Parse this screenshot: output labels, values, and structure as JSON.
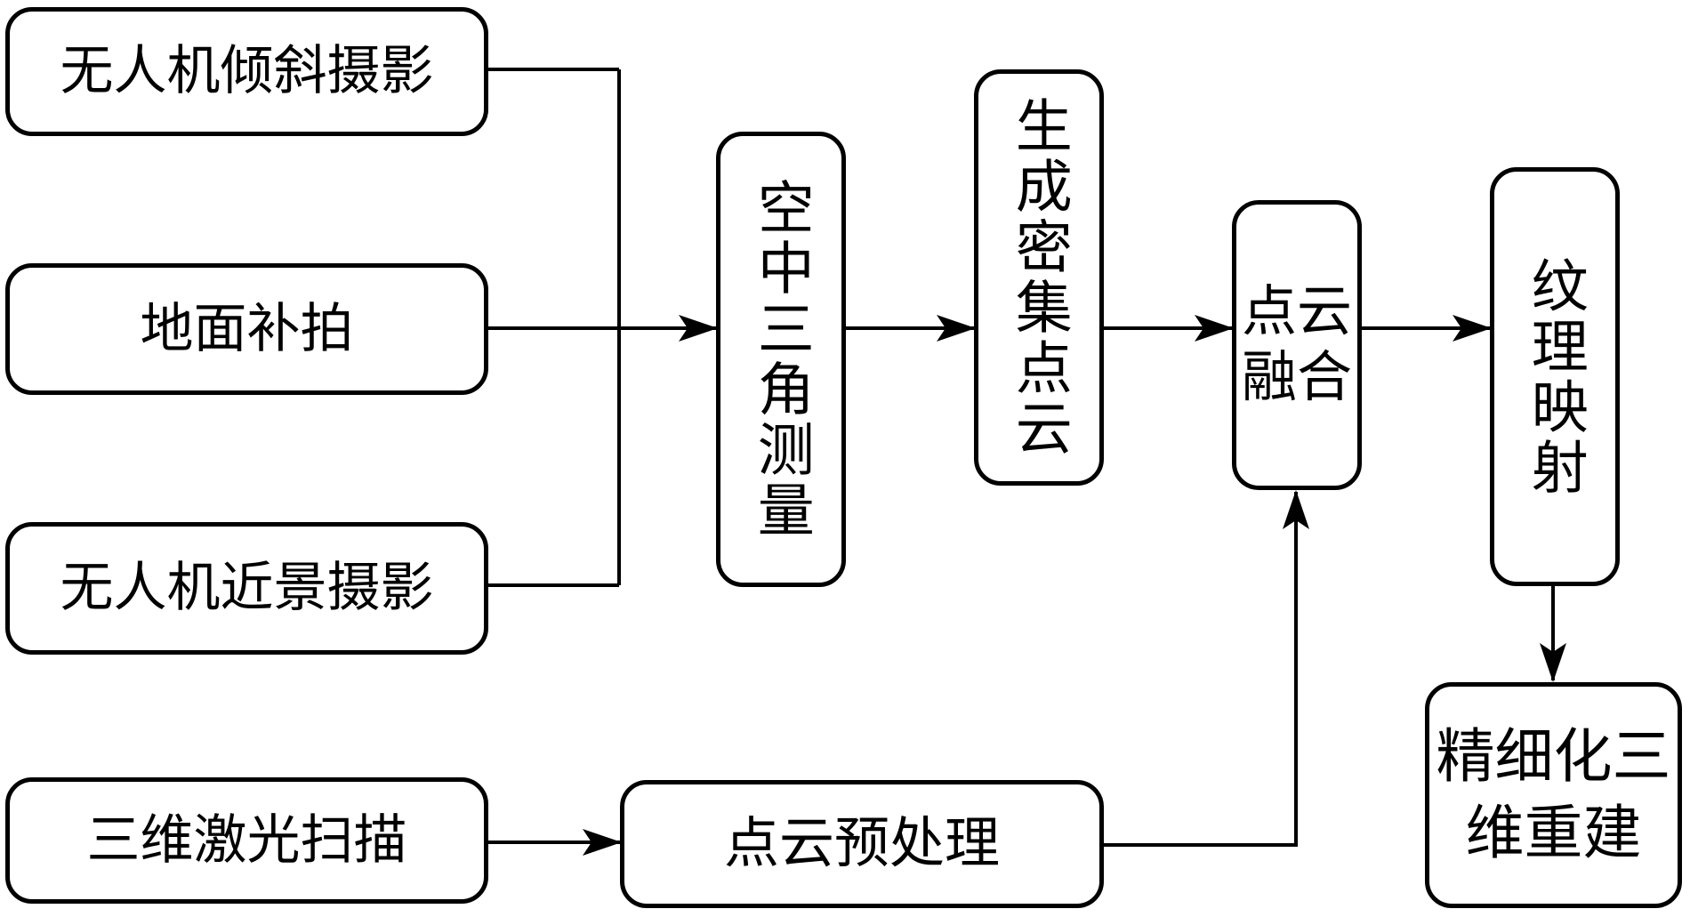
{
  "diagram": {
    "kind": "flowchart",
    "language": "zh-CN",
    "colors": {
      "background": "#ffffff",
      "node_fill": "#ffffff",
      "node_border": "#000000",
      "text": "#000000",
      "connector": "#000000"
    },
    "nodes": {
      "uav_oblique": {
        "label": "无人机倾斜摄影"
      },
      "ground_supplement": {
        "label": "地面补拍"
      },
      "uav_close_range": {
        "label": "无人机近景摄影"
      },
      "laser_scan": {
        "label": "三维激光扫描"
      },
      "aerial_triangulation": {
        "label": "空中三角测量"
      },
      "dense_point_cloud": {
        "label": "生成密集点云"
      },
      "point_cloud_fusion": {
        "label": "点云融合"
      },
      "texture_mapping": {
        "label": "纹理映射"
      },
      "refined_reconstruction": {
        "label": "精细化三维重建"
      },
      "point_cloud_preprocess": {
        "label": "点云预处理"
      }
    },
    "edges": [
      {
        "from": "无人机倾斜摄影",
        "to": "空中三角测量"
      },
      {
        "from": "地面补拍",
        "to": "空中三角测量"
      },
      {
        "from": "无人机近景摄影",
        "to": "空中三角测量"
      },
      {
        "from": "空中三角测量",
        "to": "生成密集点云"
      },
      {
        "from": "生成密集点云",
        "to": "点云融合"
      },
      {
        "from": "三维激光扫描",
        "to": "点云预处理"
      },
      {
        "from": "点云预处理",
        "to": "点云融合"
      },
      {
        "from": "点云融合",
        "to": "纹理映射"
      },
      {
        "from": "纹理映射",
        "to": "精细化三维重建"
      }
    ]
  }
}
